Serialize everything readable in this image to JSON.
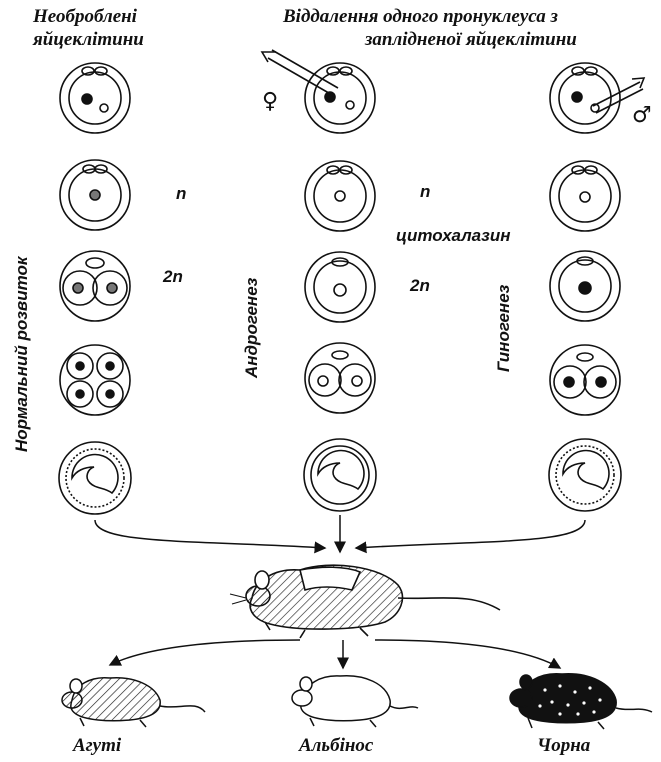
{
  "headers": {
    "left_line1": "Необроблені",
    "left_line2": "яйцеклітини",
    "right_line1": "Віддалення одного пронуклеуса з",
    "right_line2": "заплідненої яйцеклітини"
  },
  "side_labels": {
    "normal": "Нормальний розвиток",
    "andro": "Андрогенез",
    "gyno": "Гиногенез"
  },
  "labels": {
    "n_left": "n",
    "n_right": "n",
    "two_n_left": "2n",
    "two_n_right": "2n",
    "cytochalasin": "цитохалазин"
  },
  "symbols": {
    "female": "♀",
    "male": "♂"
  },
  "outcomes": {
    "agouti": "Агуті",
    "albino": "Альбінос",
    "black": "Чорна"
  },
  "colors": {
    "ink": "#111111",
    "background": "#ffffff"
  }
}
